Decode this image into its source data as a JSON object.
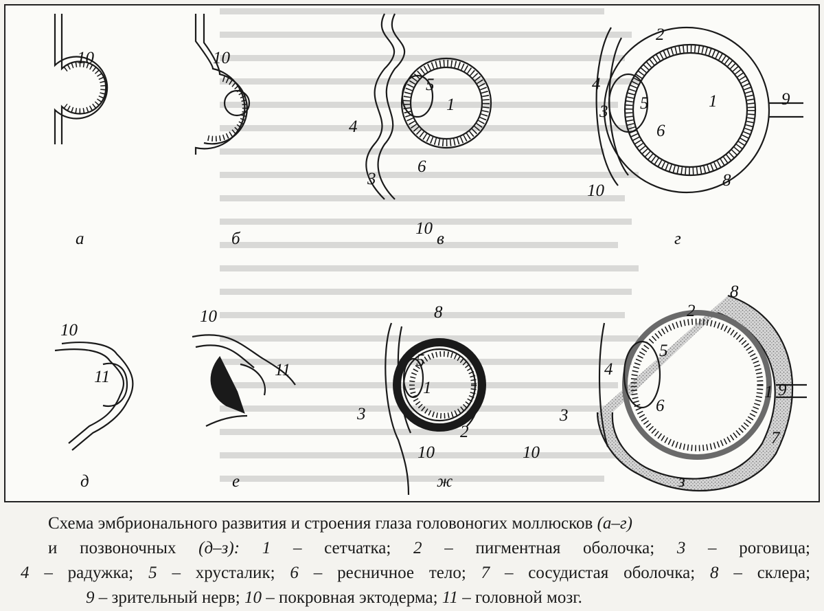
{
  "diagram": {
    "panels": [
      {
        "id": "a",
        "label": "а",
        "parts": [
          "10"
        ]
      },
      {
        "id": "b",
        "label": "б",
        "parts": [
          "10"
        ]
      },
      {
        "id": "v",
        "label": "в",
        "parts": [
          "5",
          "1",
          "4",
          "6",
          "3",
          "10"
        ]
      },
      {
        "id": "g",
        "label": "г",
        "parts": [
          "2",
          "4",
          "3",
          "5",
          "1",
          "9",
          "6",
          "10",
          "8"
        ]
      },
      {
        "id": "d",
        "label": "д",
        "parts": [
          "10",
          "11"
        ]
      },
      {
        "id": "e",
        "label": "е",
        "parts": [
          "10",
          "11"
        ]
      },
      {
        "id": "zh",
        "label": "ж",
        "parts": [
          "8",
          "5",
          "1",
          "3",
          "2",
          "10"
        ]
      },
      {
        "id": "z",
        "label": "з",
        "parts": [
          "8",
          "2",
          "5",
          "4",
          "1",
          "9",
          "6",
          "3",
          "7",
          "10"
        ]
      }
    ]
  },
  "caption": {
    "title_line": "Схема эмбрионального развития и строения глаза головоногих моллюсков",
    "range1": "(а–г)",
    "line2_prefix": "и позвоночных",
    "range2": "(д–з):",
    "legend": [
      {
        "num": "1",
        "text": "– сетчатка;"
      },
      {
        "num": "2",
        "text": "– пигментная оболочка;"
      },
      {
        "num": "3",
        "text": "– роговица;"
      },
      {
        "num": "4",
        "text": "– радужка;"
      },
      {
        "num": "5",
        "text": "– хрусталик;"
      },
      {
        "num": "6",
        "text": "– ресничное тело;"
      },
      {
        "num": "7",
        "text": "– сосудистая оболочка;"
      },
      {
        "num": "8",
        "text": "– склера;"
      },
      {
        "num": "9",
        "text": "– зрительный нерв;"
      },
      {
        "num": "10",
        "text": "– покровная эктодерма;"
      },
      {
        "num": "11",
        "text": "– головной мозг."
      }
    ]
  },
  "colors": {
    "ink": "#1a1a1a",
    "paper": "#fbfbf8",
    "stipple": "#9a9a9a"
  }
}
